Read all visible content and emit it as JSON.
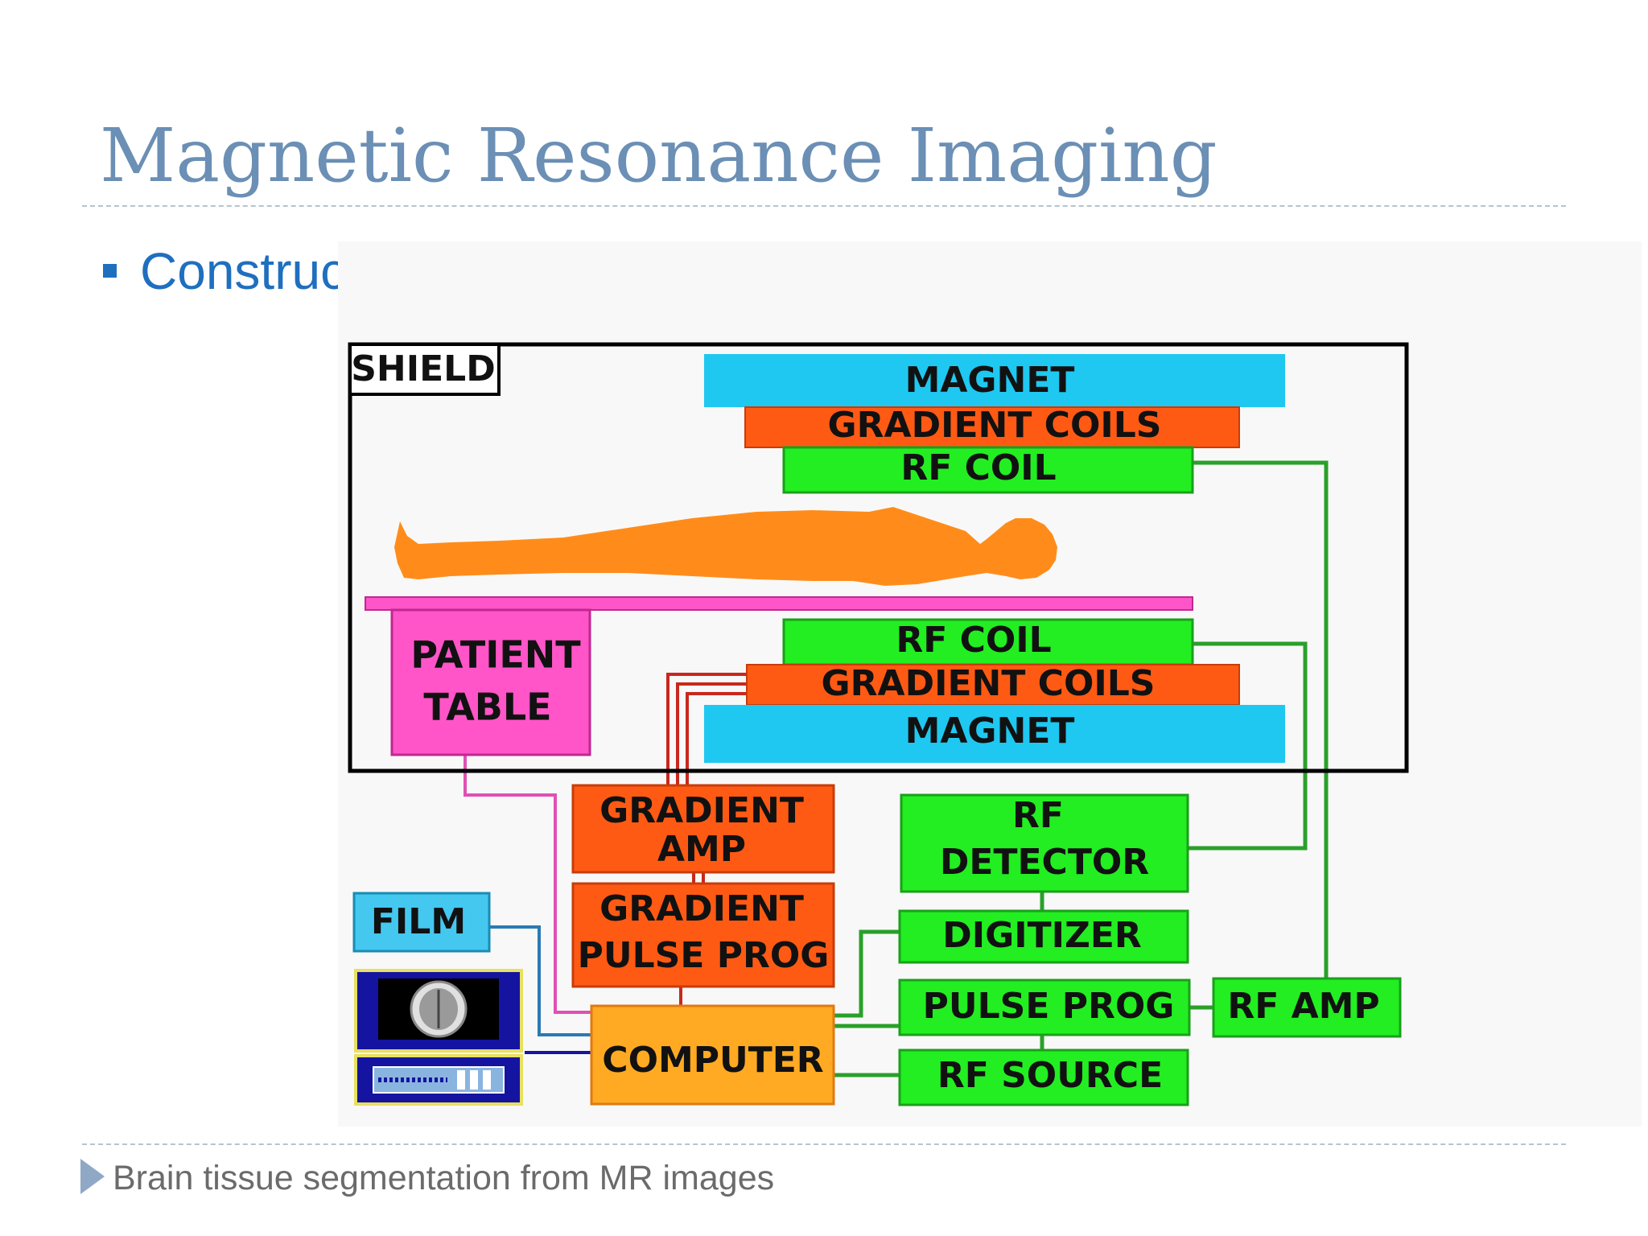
{
  "slide": {
    "title": "Magnetic Resonance Imaging",
    "bullet": "Construction",
    "footer": "Brain tissue segmentation from MR images"
  },
  "diagram": {
    "shield": "SHIELD",
    "magnet_top": "MAGNET",
    "gradient_coils_top": "GRADIENT  COILS",
    "rf_coil_top": "RF  COIL",
    "patient_table": [
      "PATIENT",
      "TABLE"
    ],
    "rf_coil_bottom": "RF  COIL",
    "gradient_coils_bottom": "GRADIENT  COILS",
    "magnet_bottom": "MAGNET",
    "gradient_amp": [
      "GRADIENT",
      "AMP"
    ],
    "gradient_pulse_prog": [
      "GRADIENT",
      "PULSE PROG"
    ],
    "rf_detector": [
      "RF",
      "DETECTOR"
    ],
    "digitizer": "DIGITIZER",
    "pulse_prog": "PULSE PROG",
    "rf_amp": "RF AMP",
    "rf_source": "RF  SOURCE",
    "film": "FILM",
    "computer": "COMPUTER"
  },
  "colors": {
    "title": "#6b8fb5",
    "bullet": "#1f6fbf",
    "magnet": "#1fc8f0",
    "gradient": "#ff5a14",
    "rf_green": "#22ee22",
    "patient_table": "#ff55c8",
    "patient_body": "#ff8c1a",
    "computer": "#ffaa22",
    "film": "#44c8f0",
    "monitor": "#1414a0",
    "wire_green": "#2aa02a",
    "wire_red": "#c8281e",
    "wire_pink": "#e050b4",
    "wire_blue": "#2a7ab4"
  }
}
